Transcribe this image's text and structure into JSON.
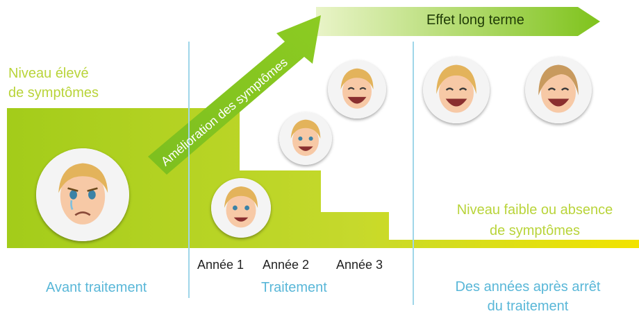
{
  "labels": {
    "high_level_line1": "Niveau élevé",
    "high_level_line2": "de symptômes",
    "improvement": "Amélioration des symptômes",
    "long_term": "Effet long terme",
    "low_level_line1": "Niveau faible ou absence",
    "low_level_line2": "de symptômes",
    "year1": "Année 1",
    "year2": "Année 2",
    "year3": "Année 3",
    "before": "Avant traitement",
    "during": "Traitement",
    "after_line1": "Des années après arrêt",
    "after_line2": "du traitement"
  },
  "colors": {
    "green": "#a8cf1e",
    "light_green": "#d4e14a",
    "yellow": "#f2e200",
    "label_green": "#b9d43a",
    "label_blue": "#59b7d8",
    "divider": "#9fd6e9"
  },
  "faces": [
    {
      "name": "sad-face",
      "mood": "sad"
    },
    {
      "name": "smiling-face-year1",
      "mood": "smiling"
    },
    {
      "name": "smiling-face-year2",
      "mood": "smiling"
    },
    {
      "name": "happy-face-year3",
      "mood": "happy"
    },
    {
      "name": "happy-face-longterm-1",
      "mood": "happy"
    },
    {
      "name": "happy-face-longterm-2",
      "mood": "happy"
    }
  ]
}
